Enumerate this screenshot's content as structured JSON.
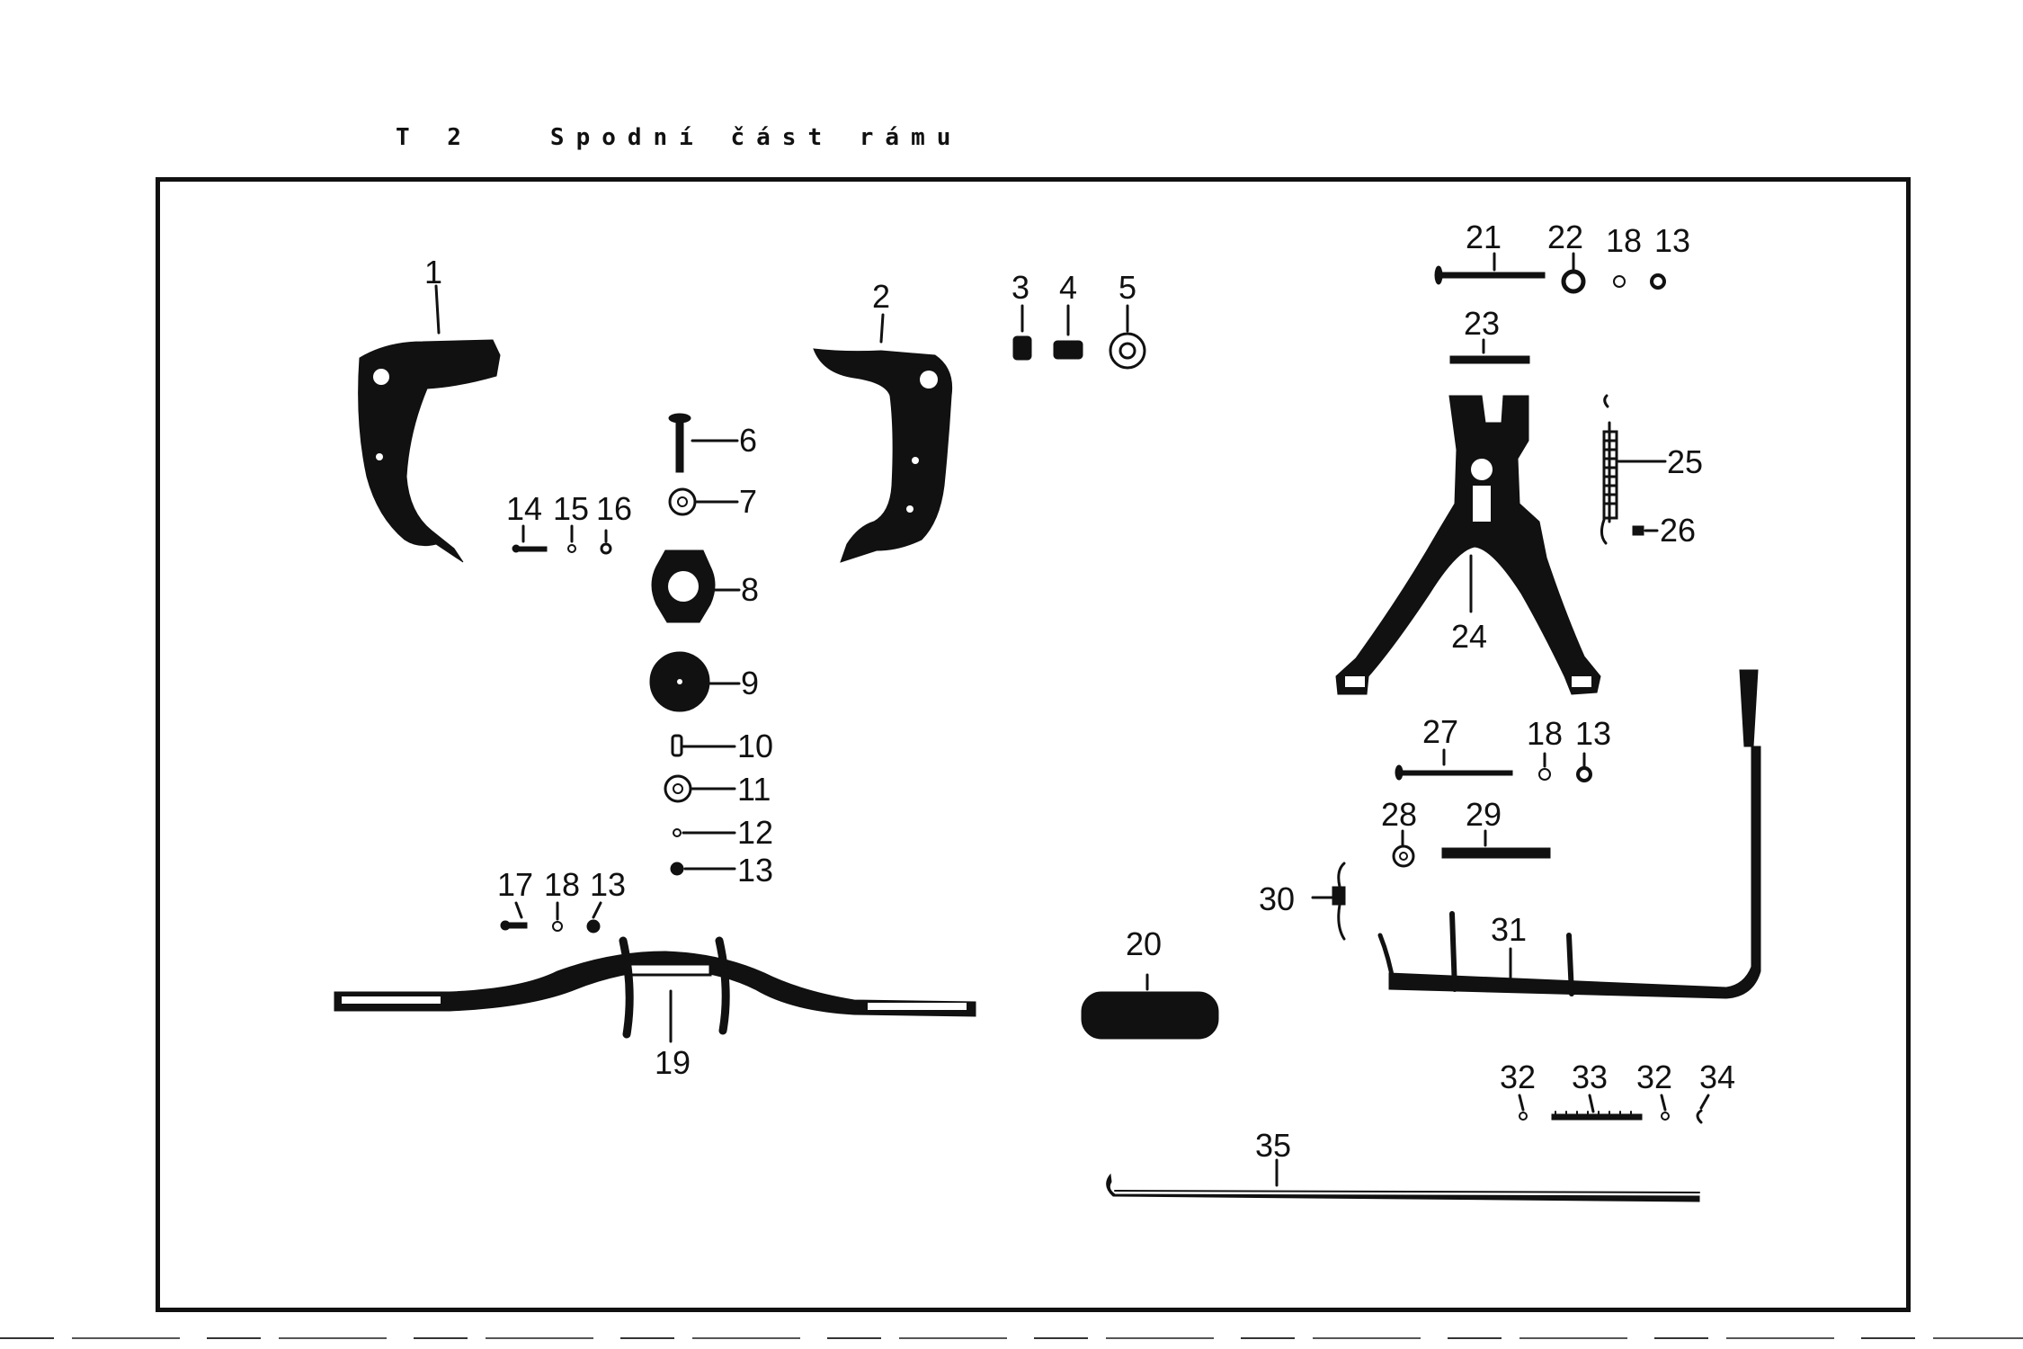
{
  "header": {
    "title": "T 2   Spodní část rámu"
  },
  "callouts": {
    "p1": "1",
    "p2": "2",
    "p3": "3",
    "p4": "4",
    "p5": "5",
    "p6": "6",
    "p7": "7",
    "p8": "8",
    "p9": "9",
    "p10": "10",
    "p11": "11",
    "p12": "12",
    "p13a": "13",
    "p13b": "13",
    "p13c": "13",
    "p13d": "13",
    "p14": "14",
    "p15": "15",
    "p16": "16",
    "p17": "17",
    "p18a": "18",
    "p18b": "18",
    "p18c": "18",
    "p19": "19",
    "p20": "20",
    "p21": "21",
    "p22": "22",
    "p23": "23",
    "p24": "24",
    "p25": "25",
    "p26": "26",
    "p27": "27",
    "p28": "28",
    "p29": "29",
    "p30": "30",
    "p31": "31",
    "p32a": "32",
    "p32b": "32",
    "p33": "33",
    "p34": "34",
    "p35": "35"
  }
}
